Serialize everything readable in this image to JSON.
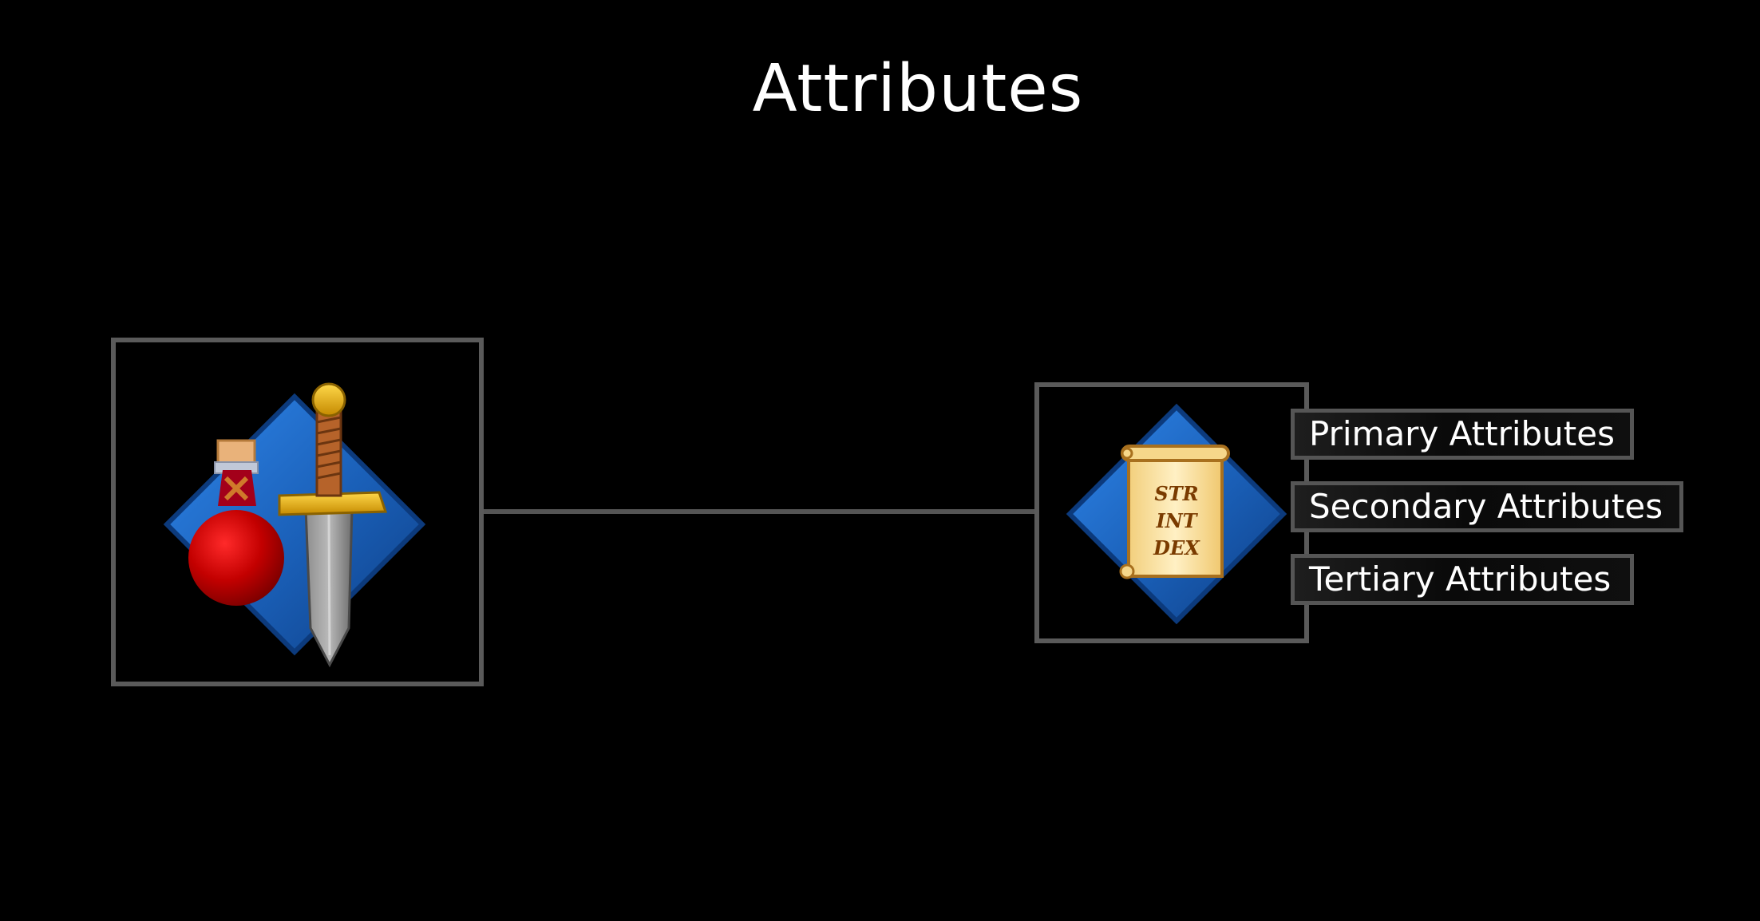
{
  "title": "Attributes",
  "scroll_text": [
    "STR",
    "INT",
    "DEX"
  ],
  "attributes": [
    {
      "label": "Primary Attributes"
    },
    {
      "label": "Secondary Attributes"
    },
    {
      "label": "Tertiary Attributes"
    }
  ],
  "icons": {
    "left": [
      "blue-diamond-icon",
      "red-potion-icon",
      "dagger-icon"
    ],
    "right": [
      "blue-diamond-icon",
      "scroll-icon"
    ]
  },
  "colors": {
    "background": "#000000",
    "frame": "#5a5a5a",
    "diamond_blue": "#1f6fd0",
    "potion_red": "#c40000",
    "scroll": "#f6dc9a"
  }
}
